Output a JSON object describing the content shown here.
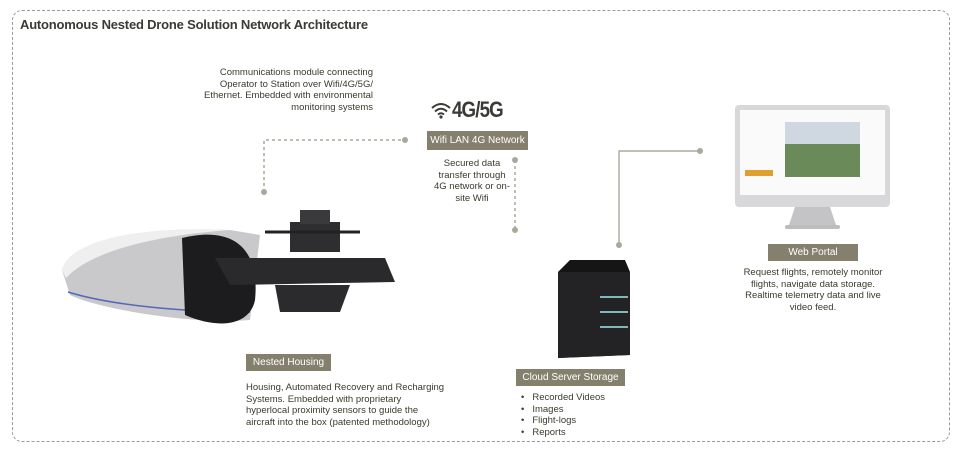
{
  "title": "Autonomous Nested Drone Solution Network Architecture",
  "network": {
    "badge": "4G/5G",
    "label": "Wifi  LAN 4G Network",
    "description": "Secured data transfer through 4G network or on-site Wifi",
    "icon": "wifi-icon"
  },
  "comms": {
    "description": "Communications module connecting Operator to Station over Wifi/4G/5G/ Ethernet. Embedded with environmental monitoring systems"
  },
  "housing": {
    "label": "Nested Housing",
    "description": "Housing, Automated Recovery and Recharging Systems. Embedded with proprietary hyperlocal proximity sensors to guide the aircraft into the box (patented methodology)"
  },
  "storage": {
    "label": "Cloud Server Storage",
    "items": [
      "Recorded Videos",
      "Images",
      "Flight-logs",
      "Reports"
    ]
  },
  "portal": {
    "label": "Web Portal",
    "description": "Request flights, remotely monitor flights, navigate data storage. Realtime telemetry data and live video feed."
  },
  "colors": {
    "label_bg": "#85806d",
    "text": "#3b3a2c",
    "connector": "#9b9a8c"
  }
}
